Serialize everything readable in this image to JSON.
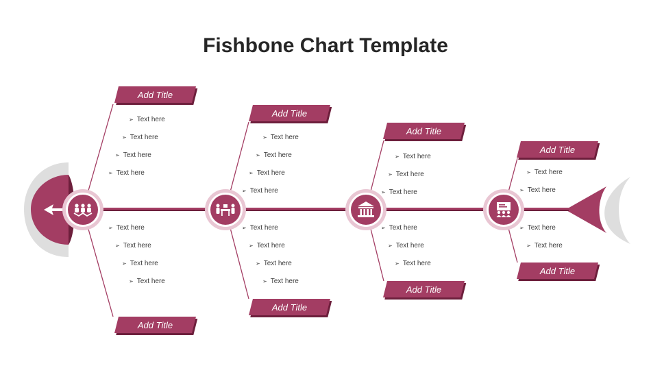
{
  "title": "Fishbone Chart Template",
  "colors": {
    "primary": "#a33d63",
    "dark": "#6d1f3c",
    "light": "#e9c6d3",
    "grey": "#dedede"
  },
  "bones": [
    {
      "icon": "team-collaboration-icon",
      "top": {
        "title": "Add Title",
        "items": [
          "Text here",
          "Text here",
          "Text here",
          "Text here"
        ]
      },
      "bottom": {
        "title": "Add Title",
        "items": [
          "Text here",
          "Text here",
          "Text here",
          "Text here"
        ]
      }
    },
    {
      "icon": "meeting-table-icon",
      "top": {
        "title": "Add Title",
        "items": [
          "Text here",
          "Text here",
          "Text here",
          "Text here"
        ]
      },
      "bottom": {
        "title": "Add Title",
        "items": [
          "Text here",
          "Text here",
          "Text here",
          "Text here"
        ]
      }
    },
    {
      "icon": "bank-building-icon",
      "top": {
        "title": "Add Title",
        "items": [
          "Text here",
          "Text here",
          "Text here"
        ]
      },
      "bottom": {
        "title": "Add Title",
        "items": [
          "Text here",
          "Text here",
          "Text here"
        ]
      }
    },
    {
      "icon": "presentation-audience-icon",
      "top": {
        "title": "Add Title",
        "items": [
          "Text here",
          "Text here"
        ]
      },
      "bottom": {
        "title": "Add Title",
        "items": [
          "Text here",
          "Text here"
        ]
      }
    }
  ]
}
